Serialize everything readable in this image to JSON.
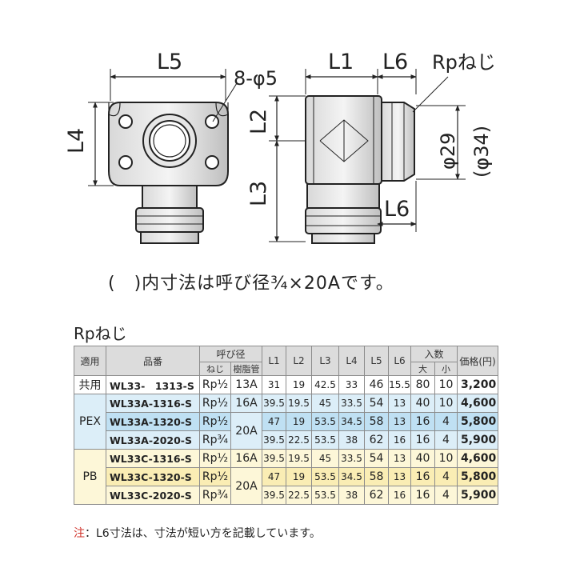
{
  "drawing": {
    "labels": {
      "L5": "L5",
      "hole": "8-φ5",
      "L4": "L4",
      "L1": "L1",
      "L6_top": "L6",
      "L2": "L2",
      "L3": "L3",
      "L6_bottom": "L6",
      "rp": "Rpねじ",
      "phi29": "φ29",
      "phi34": "(φ34)"
    }
  },
  "caption": "(　)内寸法は呼び径¾×20Aです。",
  "table": {
    "title": "Rpねじ",
    "headers": {
      "application": "適用",
      "part_no": "品番",
      "nominal": "呼び径",
      "thread": "ねじ",
      "resin_pipe": "樹脂管",
      "L1": "L1",
      "L2": "L2",
      "L3": "L3",
      "L4": "L4",
      "L5": "L5",
      "L6": "L6",
      "qty": "入数",
      "qty_large": "大",
      "qty_small": "小",
      "price": "価格(円)"
    },
    "groups": {
      "common": "共用",
      "pex": "PEX",
      "pb": "PB",
      "resin_20a": "20A"
    },
    "rows": [
      {
        "part": "WL33-　1313-S",
        "thread": "Rp½",
        "resin": "13A",
        "L1": "31",
        "L2": "19",
        "L3": "42.5",
        "L4": "33",
        "L5": "46",
        "L6": "15.5",
        "large": "80",
        "small": "10",
        "price": "3,200"
      },
      {
        "part": "WL33A-1316-S",
        "thread": "Rp½",
        "resin": "16A",
        "L1": "39.5",
        "L2": "19.5",
        "L3": "45",
        "L4": "33.5",
        "L5": "54",
        "L6": "13",
        "large": "40",
        "small": "10",
        "price": "4,600"
      },
      {
        "part": "WL33A-1320-S",
        "thread": "Rp½",
        "resin": "",
        "L1": "47",
        "L2": "19",
        "L3": "53.5",
        "L4": "34.5",
        "L5": "58",
        "L6": "13",
        "large": "16",
        "small": "4",
        "price": "5,800"
      },
      {
        "part": "WL33A-2020-S",
        "thread": "Rp¾",
        "resin": "",
        "L1": "39.5",
        "L2": "22.5",
        "L3": "53.5",
        "L4": "38",
        "L5": "62",
        "L6": "16",
        "large": "16",
        "small": "4",
        "price": "5,900"
      },
      {
        "part": "WL33C-1316-S",
        "thread": "Rp½",
        "resin": "16A",
        "L1": "39.5",
        "L2": "19.5",
        "L3": "45",
        "L4": "33.5",
        "L5": "54",
        "L6": "13",
        "large": "40",
        "small": "10",
        "price": "4,600"
      },
      {
        "part": "WL33C-1320-S",
        "thread": "Rp½",
        "resin": "",
        "L1": "47",
        "L2": "19",
        "L3": "53.5",
        "L4": "34.5",
        "L5": "58",
        "L6": "13",
        "large": "16",
        "small": "4",
        "price": "5,800"
      },
      {
        "part": "WL33C-2020-S",
        "thread": "Rp¾",
        "resin": "",
        "L1": "39.5",
        "L2": "22.5",
        "L3": "53.5",
        "L4": "38",
        "L5": "62",
        "L6": "16",
        "large": "16",
        "small": "4",
        "price": "5,900"
      }
    ]
  },
  "note": {
    "label": "注",
    "text": "：L6寸法は、寸法が短い方を記載しています。"
  }
}
